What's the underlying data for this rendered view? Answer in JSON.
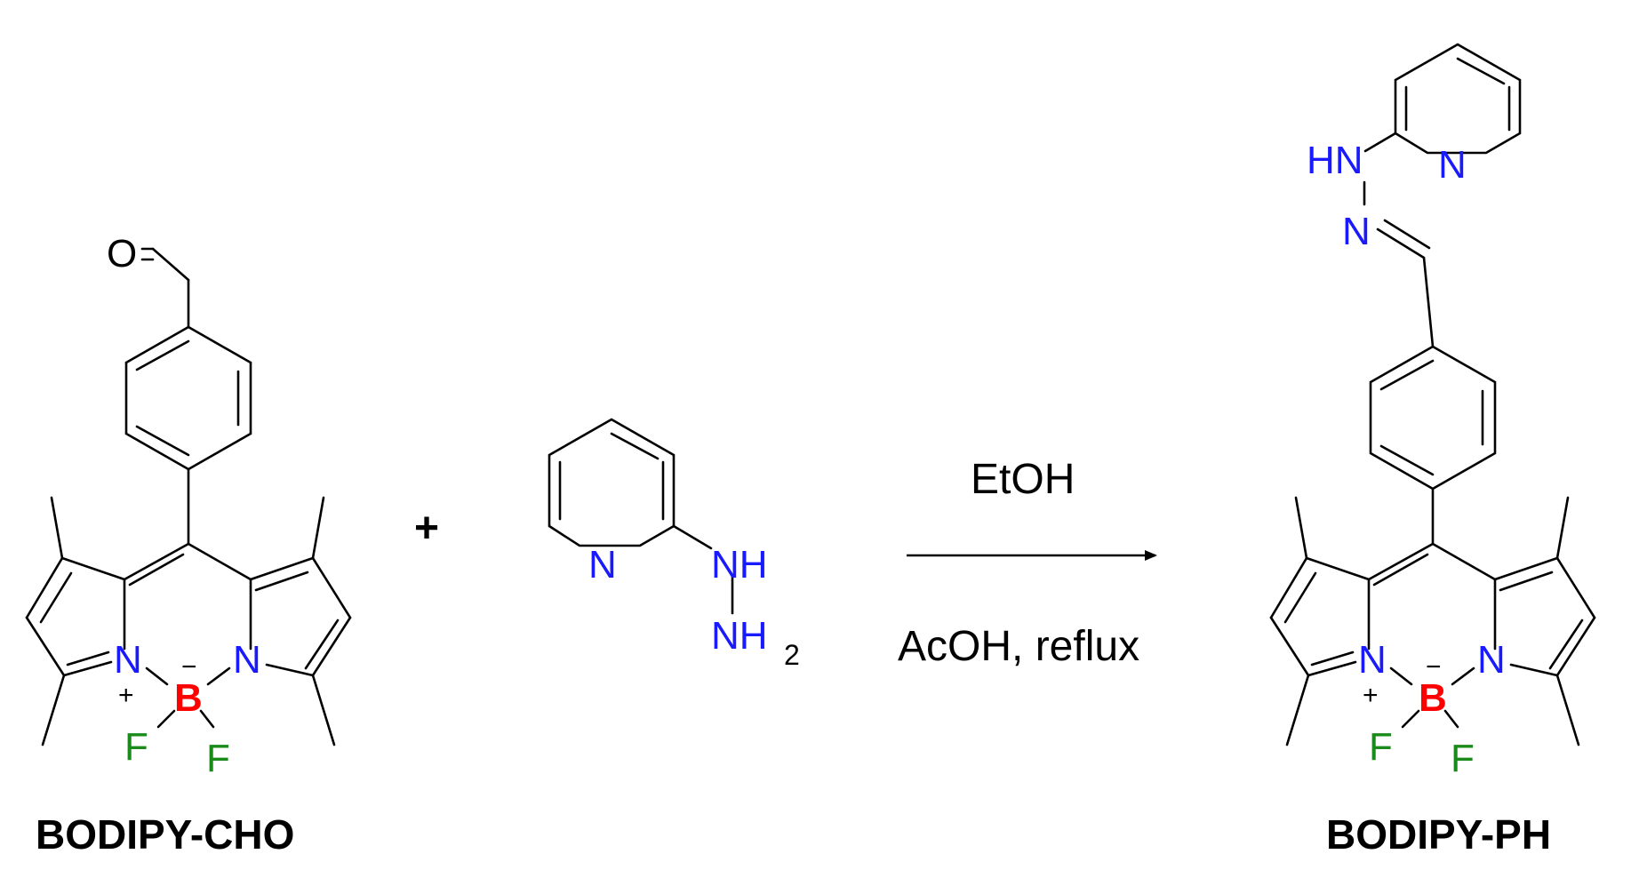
{
  "colors": {
    "nitrogen": "#1a1aff",
    "boron": "#ff0000",
    "fluorine": "#1a8a1a",
    "oxygen": "#000000",
    "bond": "#000000"
  },
  "reactant1": {
    "name": "BODIPY-CHO",
    "atoms": {
      "O": "O",
      "N1": "N",
      "N2": "N",
      "B": "B",
      "F1": "F",
      "F2": "F",
      "plus": "+",
      "minus": "−"
    }
  },
  "plus_sign": "+",
  "reactant2": {
    "atoms": {
      "N_ring": "N",
      "NH": "NH",
      "NH2_N": "NH",
      "NH2_sub": "2"
    }
  },
  "conditions": {
    "above": "EtOH",
    "below": "AcOH, reflux"
  },
  "product": {
    "name": "BODIPY-PH",
    "atoms": {
      "HN": "HN",
      "N_imine": "N",
      "N_pyr": "N",
      "N1": "N",
      "N2": "N",
      "B": "B",
      "F1": "F",
      "F2": "F",
      "plus": "+",
      "minus": "−"
    }
  }
}
